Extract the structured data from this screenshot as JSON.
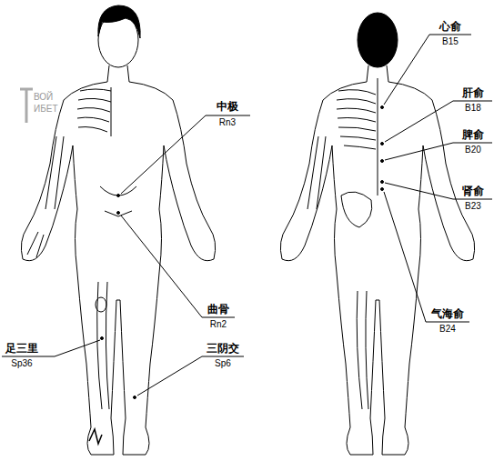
{
  "diagram": {
    "labels": [
      "中极",
      "Rn3",
      "曲骨",
      "Rn2",
      "足三里",
      "Sp36",
      "三阴交",
      "Sp6",
      "心俞",
      "B15",
      "肝俞",
      "B18",
      "脾俞",
      "B20",
      "肾俞",
      "B23",
      "气海俞",
      "B24",
      "ВОЙ",
      "ИБЕТ"
    ]
  }
}
